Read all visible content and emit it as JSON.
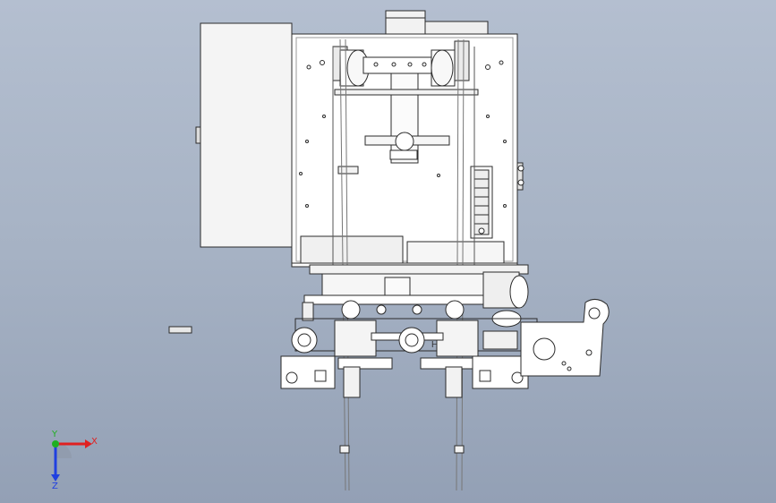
{
  "viewport": {
    "background_top": "#b4bfd0",
    "background_bottom": "#93a0b5",
    "model_stroke": "#2b2b2b",
    "model_fill": "#ffffff"
  },
  "triad": {
    "x_label": "X",
    "y_label": "Y",
    "z_label": "Z",
    "x_color": "#e02020",
    "y_color": "#20b020",
    "z_color": "#2040e0"
  },
  "model": {
    "side_label": "H"
  }
}
